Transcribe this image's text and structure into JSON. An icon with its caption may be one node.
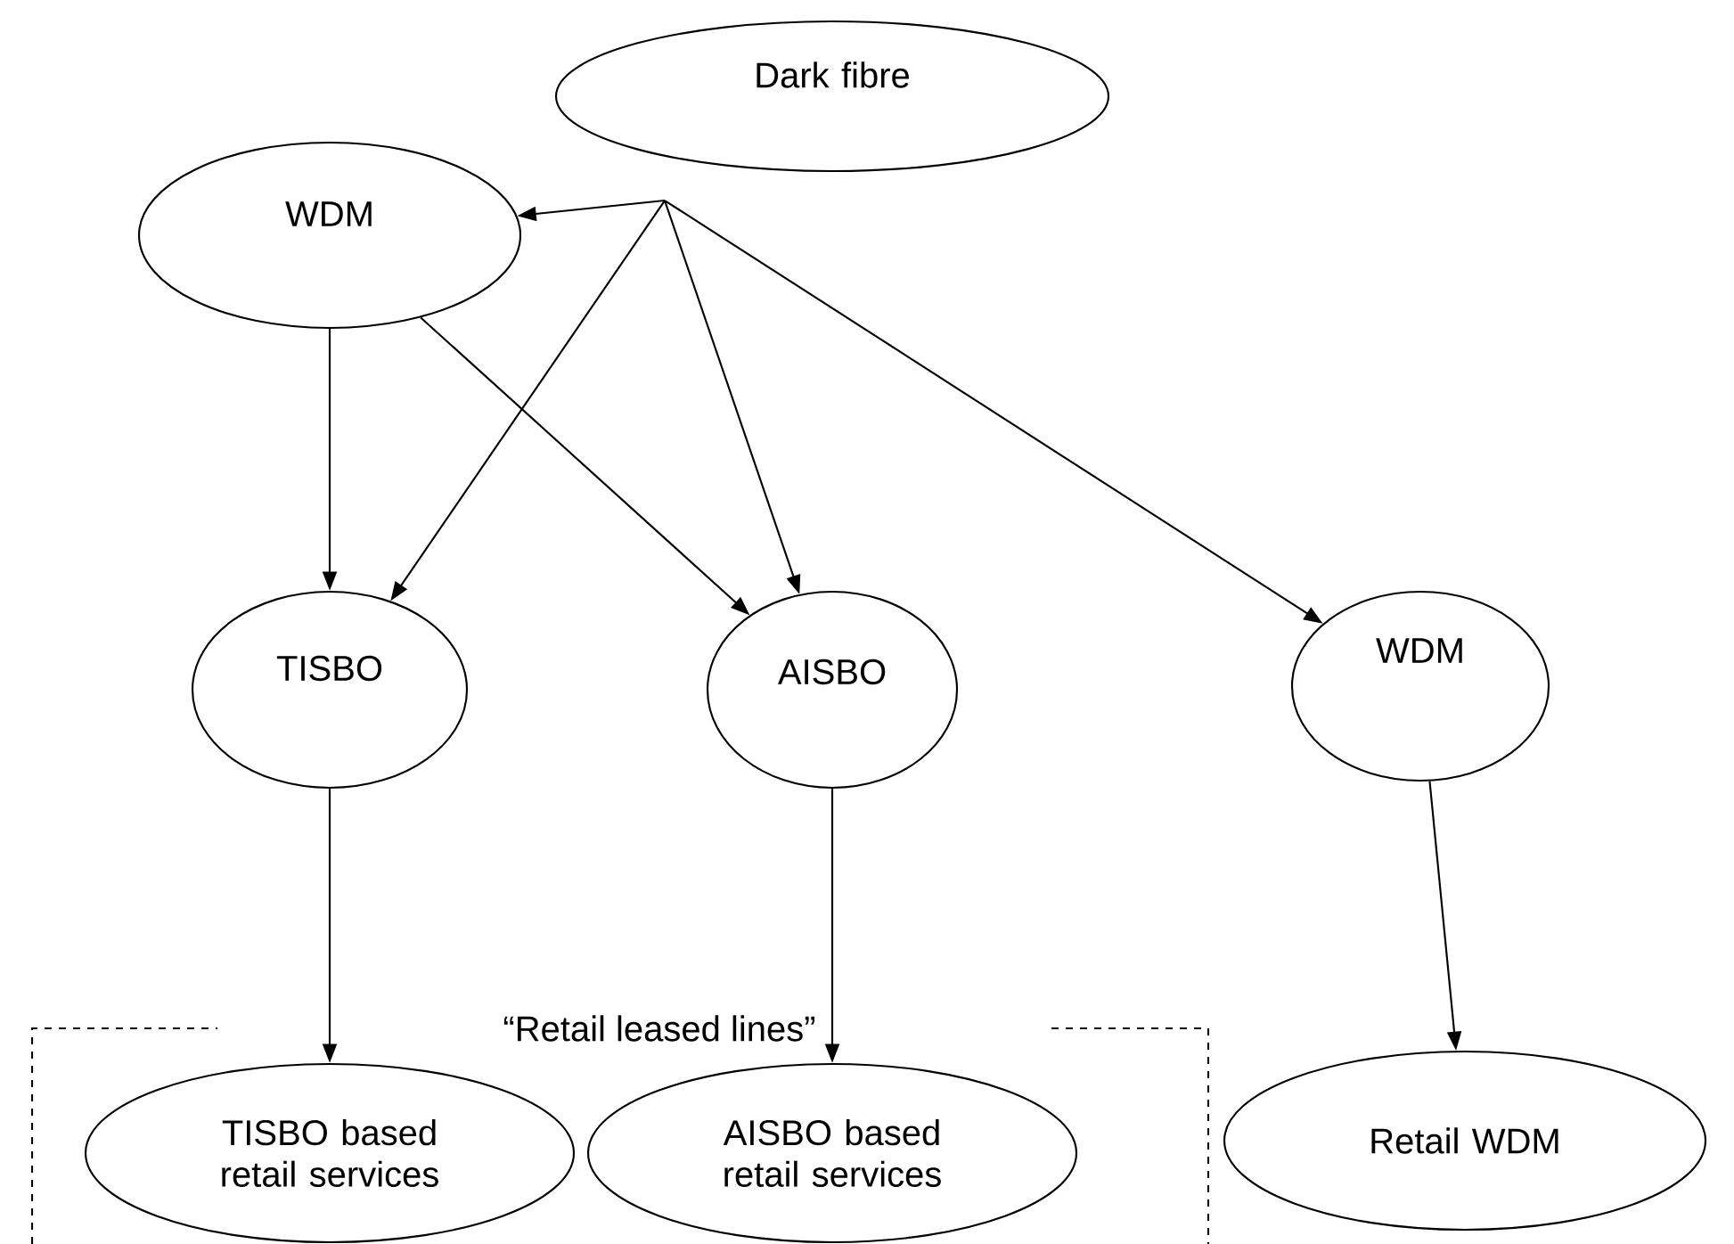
{
  "diagram": {
    "nodes": [
      {
        "text": [
          "Dark fibre"
        ]
      },
      {
        "text": [
          "WDM"
        ]
      },
      {
        "text": [
          "TISBO"
        ]
      },
      {
        "text": [
          "AISBO"
        ]
      },
      {
        "text": [
          "WDM"
        ]
      },
      {
        "text": [
          "TISBO based retail services"
        ]
      },
      {
        "text": [
          "AISBO based retail services"
        ]
      },
      {
        "text": [
          "Retail WDM"
        ]
      }
    ],
    "edges": [
      {
        "from": 0,
        "to": 1,
        "arrow": "to"
      },
      {
        "from": 0,
        "to": 2,
        "arrow": "to"
      },
      {
        "from": 0,
        "to": 3,
        "arrow": "to"
      },
      {
        "from": 0,
        "to": 4,
        "arrow": "to"
      },
      {
        "from": 1,
        "to": 2,
        "arrow": "to"
      },
      {
        "from": 1,
        "to": 3,
        "arrow": "to"
      },
      {
        "from": 2,
        "to": 5,
        "arrow": "to"
      },
      {
        "from": 3,
        "to": 6,
        "arrow": "to"
      },
      {
        "from": 4,
        "to": 7,
        "arrow": "to"
      }
    ],
    "labels": [
      "“Retail leased lines”"
    ]
  }
}
